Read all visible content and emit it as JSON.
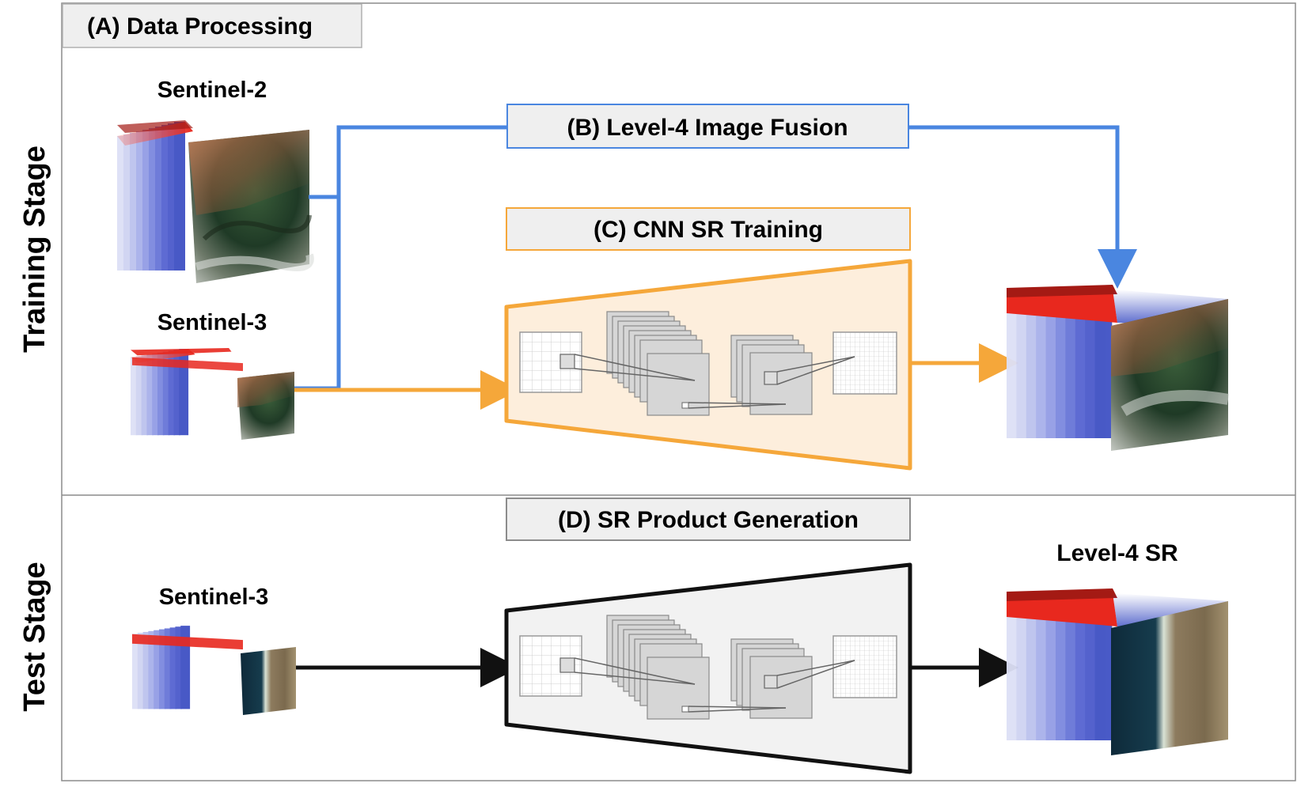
{
  "stages": {
    "training": "Training Stage",
    "test": "Test Stage"
  },
  "boxes": {
    "a": "(A) Data Processing",
    "b": "(B) Level-4 Image Fusion",
    "c": "(C) CNN SR Training",
    "d": "(D) SR Product Generation"
  },
  "images": {
    "s2": "Sentinel-2",
    "s3_train": "Sentinel-3",
    "s3_test": "Sentinel-3",
    "l4sr": "Level-4 SR"
  },
  "colors": {
    "fusion_blue": "#4a86e0",
    "cnn_orange": "#f5a73a",
    "cnn_fill": "#fdeedc",
    "test_fill": "#f2f2f2",
    "band_blue": "#3f51c4",
    "band_red": "#e8281e",
    "label_bg": "#efefef",
    "frame": "#8c8c8c"
  },
  "icons": {
    "cube": "multispectral-image-cube-icon",
    "network": "cnn-trapezoid-icon"
  }
}
